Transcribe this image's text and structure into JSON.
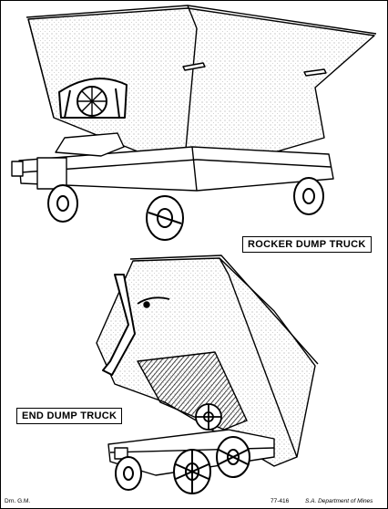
{
  "labels": {
    "rocker": "ROCKER DUMP TRUCK",
    "end": "END DUMP TRUCK"
  },
  "footer": {
    "drawn_by": "Drn. G.M.",
    "drawing_number": "77-416",
    "source": "S.A. Department of Mines"
  }
}
